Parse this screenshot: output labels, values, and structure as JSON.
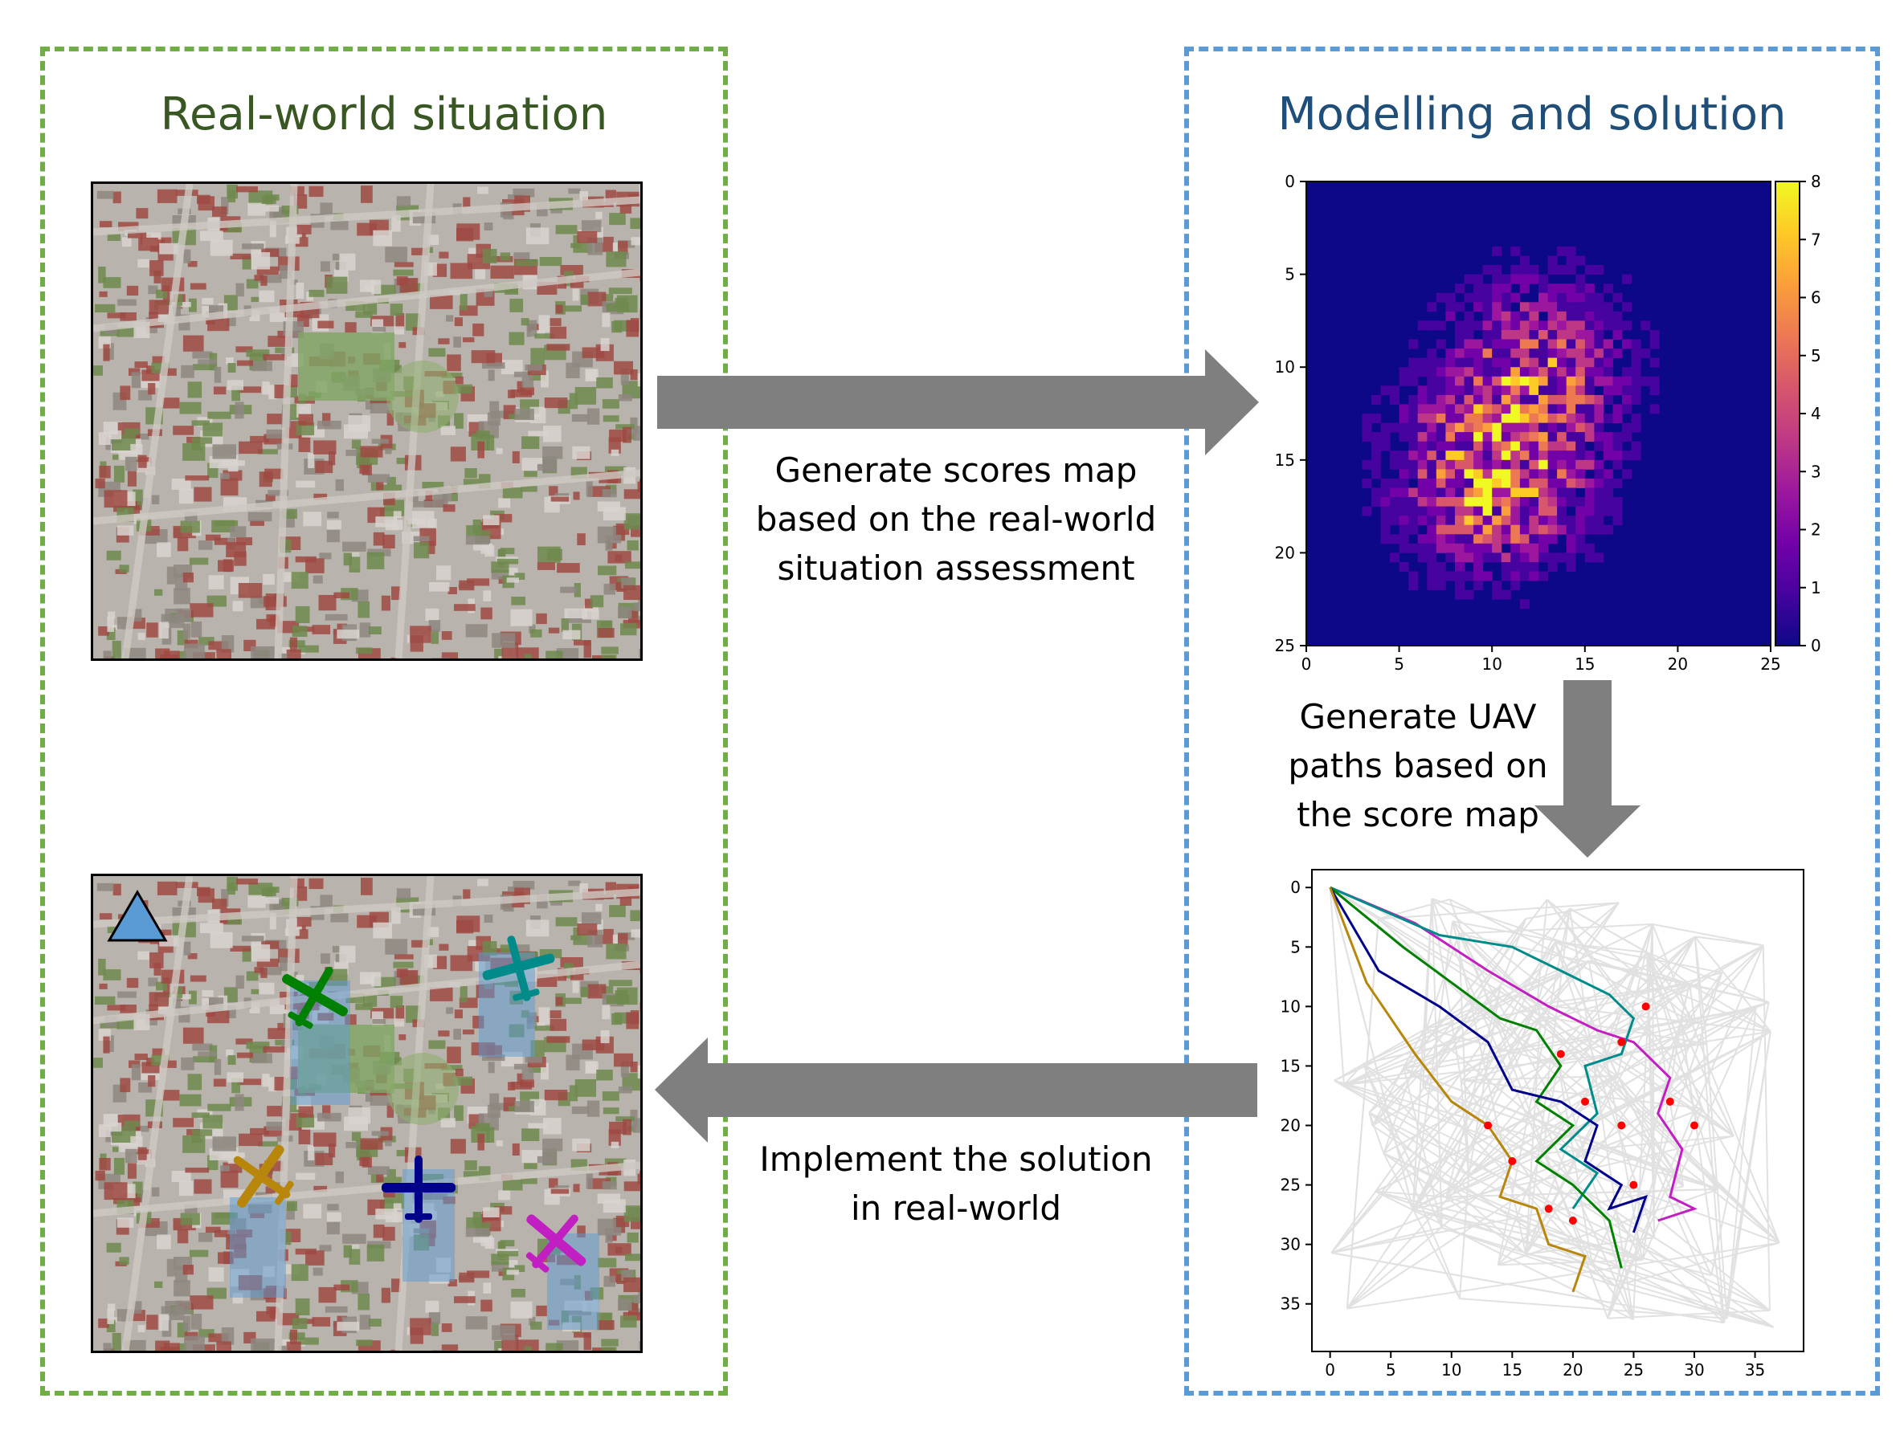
{
  "titles": {
    "left": "Real-world situation",
    "right": "Modelling and solution"
  },
  "captions": {
    "scores": [
      "Generate scores map",
      "based on the real-world",
      "situation assessment"
    ],
    "paths": [
      "Generate UAV",
      "paths based on",
      "the score map"
    ],
    "implement": [
      "Implement the solution",
      "in real-world"
    ]
  },
  "colors": {
    "left_frame": "#70ad47",
    "right_frame": "#5b9bd5",
    "arrows": "#7f7f7f",
    "uav_colors": [
      "#008000",
      "#008b8b",
      "#b8860b",
      "#00008b",
      "#c21fc2"
    ],
    "start_marker": "#5b9bd5",
    "path_points": "#ff0000"
  },
  "icons": {
    "aircraft": "airplane-icon",
    "start": "triangle-icon"
  },
  "chart_data": [
    {
      "type": "heatmap",
      "x_ticks": [
        "0",
        "5",
        "10",
        "15",
        "20",
        "25"
      ],
      "y_ticks": [
        "0",
        "5",
        "10",
        "15",
        "20",
        "25"
      ],
      "xlim": [
        0,
        25
      ],
      "ylim": [
        25,
        0
      ],
      "grid": false,
      "colorbar": {
        "min": 0,
        "max": 8,
        "ticks": [
          "0",
          "1",
          "2",
          "3",
          "4",
          "5",
          "6",
          "7",
          "8"
        ],
        "colormap": "plasma"
      },
      "clusters": [
        {
          "center": [
            10,
            15.8
          ],
          "peak": 8
        },
        {
          "center": [
            12.5,
            10
          ],
          "peak": 5
        }
      ]
    },
    {
      "type": "line",
      "x_ticks": [
        "0",
        "5",
        "10",
        "15",
        "20",
        "25",
        "30",
        "35"
      ],
      "y_ticks": [
        "0",
        "5",
        "10",
        "15",
        "20",
        "25",
        "30",
        "35"
      ],
      "xlim": [
        -1.5,
        39
      ],
      "ylim": [
        39,
        -1.5
      ],
      "grid": false,
      "start": [
        0,
        0
      ],
      "series": [
        {
          "color": "#c21fc2",
          "points": [
            [
              0,
              0
            ],
            [
              7,
              3
            ],
            [
              13,
              7
            ],
            [
              18,
              10
            ],
            [
              22,
              12
            ],
            [
              25,
              13
            ],
            [
              28,
              16
            ],
            [
              27,
              19
            ],
            [
              29,
              22
            ],
            [
              28,
              26
            ],
            [
              30,
              27
            ],
            [
              27,
              28
            ]
          ]
        },
        {
          "color": "#008b8b",
          "points": [
            [
              0,
              0
            ],
            [
              9,
              4
            ],
            [
              15,
              5
            ],
            [
              19,
              7
            ],
            [
              23,
              9
            ],
            [
              25,
              11
            ],
            [
              24,
              14
            ],
            [
              21,
              15
            ],
            [
              22,
              19
            ],
            [
              19,
              22
            ],
            [
              22,
              24
            ],
            [
              20,
              27
            ]
          ]
        },
        {
          "color": "#008000",
          "points": [
            [
              0,
              0
            ],
            [
              6,
              5
            ],
            [
              10,
              8
            ],
            [
              14,
              11
            ],
            [
              17,
              12
            ],
            [
              19,
              15
            ],
            [
              17,
              18
            ],
            [
              20,
              20
            ],
            [
              17,
              23
            ],
            [
              20,
              25
            ],
            [
              23,
              28
            ],
            [
              24,
              32
            ]
          ]
        },
        {
          "color": "#00008b",
          "points": [
            [
              0,
              0
            ],
            [
              4,
              7
            ],
            [
              9,
              10
            ],
            [
              13,
              13
            ],
            [
              15,
              17
            ],
            [
              19,
              18
            ],
            [
              22,
              20
            ],
            [
              21,
              23
            ],
            [
              24,
              25
            ],
            [
              23,
              27
            ],
            [
              26,
              26
            ],
            [
              25,
              29
            ]
          ]
        },
        {
          "color": "#b8860b",
          "points": [
            [
              0,
              0
            ],
            [
              3,
              8
            ],
            [
              7,
              14
            ],
            [
              10,
              18
            ],
            [
              13,
              20
            ],
            [
              15,
              23
            ],
            [
              14,
              26
            ],
            [
              17,
              27
            ],
            [
              18,
              30
            ],
            [
              21,
              31
            ],
            [
              20,
              34
            ]
          ]
        }
      ],
      "path_points": [
        [
          19,
          14
        ],
        [
          21,
          18
        ],
        [
          24,
          20
        ],
        [
          25,
          25
        ],
        [
          13,
          20
        ],
        [
          15,
          23
        ],
        [
          18,
          27
        ],
        [
          20,
          28
        ],
        [
          26,
          10
        ],
        [
          24,
          13
        ],
        [
          28,
          18
        ],
        [
          30,
          20
        ]
      ]
    }
  ]
}
